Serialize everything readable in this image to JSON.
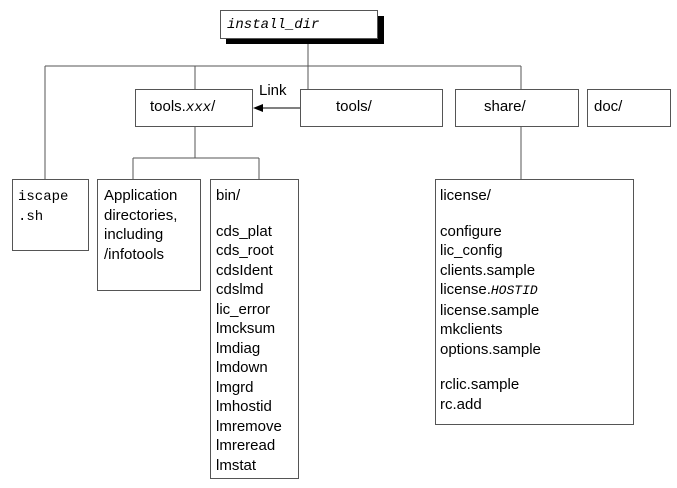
{
  "root": {
    "label": "install_dir"
  },
  "link_label": "Link",
  "tools_xxx": {
    "prefix": "tools.",
    "italic": "xxx",
    "suffix": "/"
  },
  "tools": {
    "label": "tools/"
  },
  "share": {
    "label": "share/"
  },
  "doc": {
    "label": "doc/"
  },
  "iscape": {
    "line1": "iscape",
    "line2": ".sh"
  },
  "application": {
    "lines": [
      "Application",
      "directories,",
      "including",
      "/infotools"
    ]
  },
  "bin": {
    "title": "bin/",
    "items": [
      "cds_plat",
      "cds_root",
      "cdsIdent",
      "cdslmd",
      "lic_error",
      "lmcksum",
      "lmdiag",
      "lmdown",
      "lmgrd",
      "lmhostid",
      "lmremove",
      "lmreread",
      "lmstat"
    ]
  },
  "license": {
    "title": "license/",
    "group1": [
      "configure",
      "lic_config",
      "clients.sample"
    ],
    "hostid_prefix": "license.",
    "hostid_italic": "HOSTID",
    "group2": [
      "license.sample",
      "mkclients",
      "options.sample"
    ],
    "group3": [
      "rclic.sample",
      "rc.add"
    ]
  }
}
